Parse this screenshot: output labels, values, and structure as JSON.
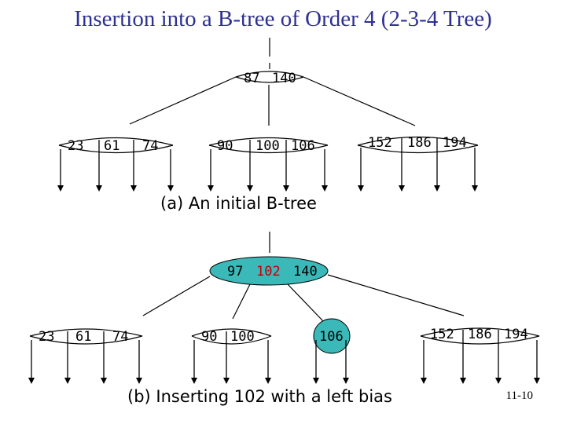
{
  "title": "Insertion into a B-tree of Order 4 (2-3-4 Tree)",
  "caption_a": "(a) An initial B-tree",
  "caption_b": "(b) Inserting 102 with a left bias",
  "slide_number": "11-10",
  "colors": {
    "title": "#2e3192",
    "highlight_fill": "#3bb8b8",
    "highlight_key": "#c00000",
    "line": "#000000"
  },
  "tree_a": {
    "root": [
      "87",
      "140"
    ],
    "children": [
      [
        "23",
        "61",
        "74"
      ],
      [
        "90",
        "100",
        "106"
      ],
      [
        "152",
        "186",
        "194"
      ]
    ]
  },
  "tree_b": {
    "root": [
      "97",
      "102",
      "140"
    ],
    "root_highlight_key": "102",
    "children": [
      [
        "23",
        "61",
        "74"
      ],
      [
        "90",
        "100"
      ],
      [
        "106"
      ],
      [
        "152",
        "186",
        "194"
      ]
    ]
  }
}
